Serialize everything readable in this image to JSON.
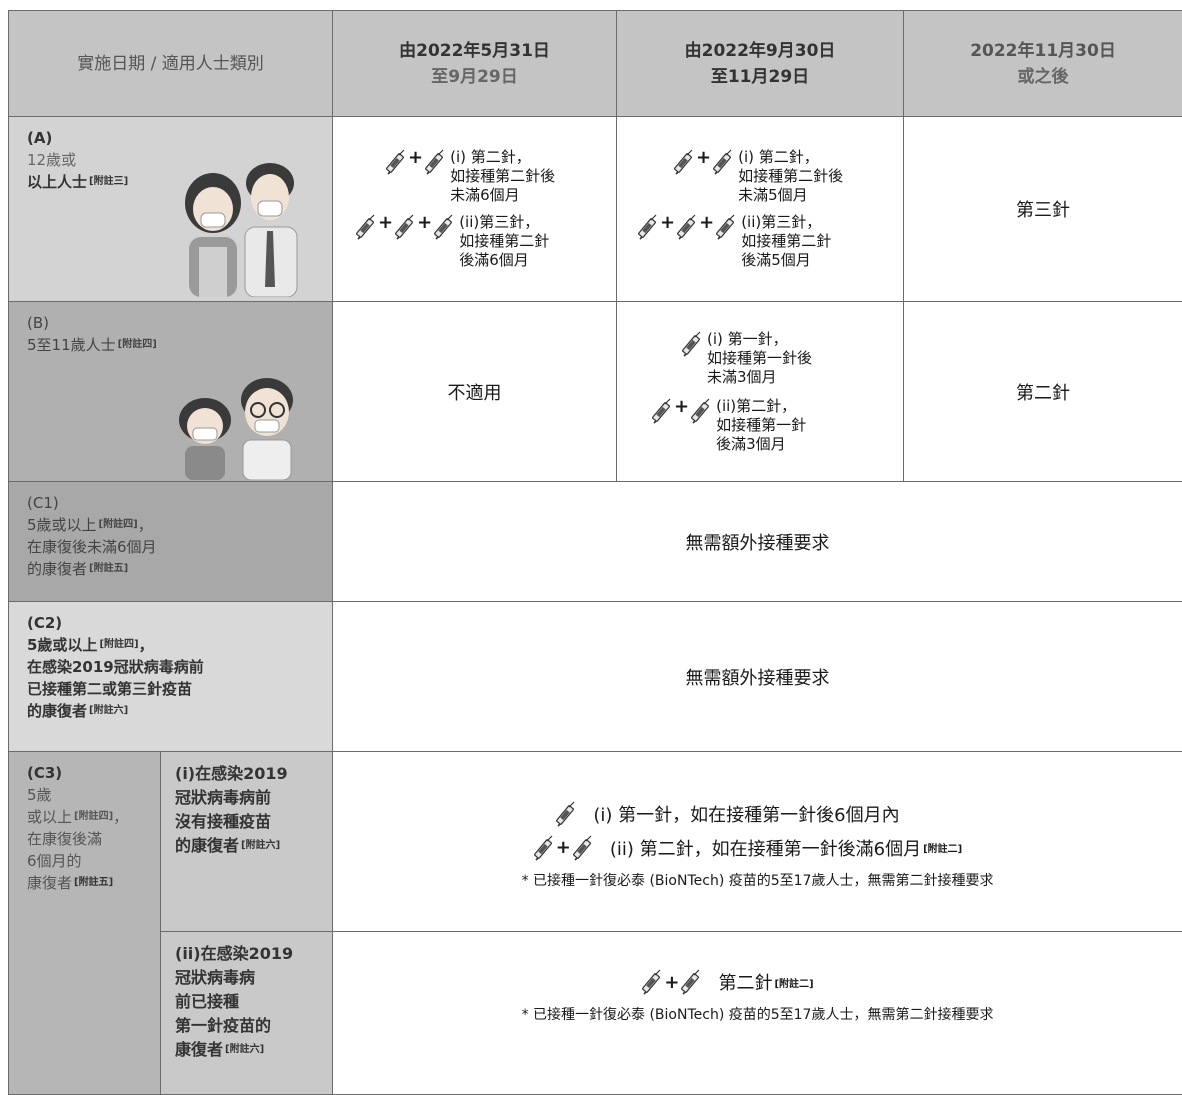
{
  "header": {
    "col0": "實施日期 / 適用人士類別",
    "col1_line1": "由2022年5月31日",
    "col1_line2": "至9月29日",
    "col2_line1": "由2022年9月30日",
    "col2_line2": "至11月29日",
    "col3_line1": "2022年11月30日",
    "col3_line2": "或之後"
  },
  "rowA": {
    "code": "(A)",
    "line1": "12歲或",
    "line2": "以上人士",
    "note": "[附註三]",
    "c1": {
      "i": "(i) 第二針，\n如接種第二針後\n未滿6個月",
      "ii": "(ii)第三針，\n如接種第二針\n後滿6個月"
    },
    "c2": {
      "i": "(i) 第二針，\n如接種第二針後\n未滿5個月",
      "ii": "(ii)第三針，\n如接種第二針\n後滿5個月"
    },
    "c3": "第三針"
  },
  "rowB": {
    "code": "(B)",
    "line1": "5至11歲人士",
    "note": "[附註四]",
    "c1": "不適用",
    "c2": {
      "i": "(i) 第一針，\n如接種第一針後\n未滿3個月",
      "ii": "(ii)第二針，\n如接種第一針\n後滿3個月"
    },
    "c3": "第二針"
  },
  "rowC1": {
    "code": "(C1)",
    "line1": "5歲或以上",
    "note1": "[附註四]",
    "line1_tail": "，",
    "line2": "在康復後未滿6個月",
    "line3": "的康復者",
    "note2": "[附註五]",
    "value": "無需額外接種要求"
  },
  "rowC2": {
    "code": "(C2)",
    "line1": "5歲或以上",
    "note1": "[附註四]",
    "line1_tail": "，",
    "line2": "在感染2019冠狀病毒病前",
    "line3": "已接種第二或第三針疫苗",
    "line4": "的康復者",
    "note2": "[附註六]",
    "value": "無需額外接種要求"
  },
  "rowC3": {
    "code": "(C3)",
    "line1": "5歲",
    "line2": "或以上",
    "note1": "[附註四]",
    "line2_tail": "，",
    "line3": "在康復後滿",
    "line4": "6個月的",
    "line5": "康復者",
    "note2": "[附註五]",
    "sub_i": {
      "label": "(i)在感染2019\n冠狀病毒病前\n沒有接種疫苗\n的康復者",
      "note": "[附註六]",
      "dose1": "(i) 第一針，如在接種第一針後6個月內",
      "dose2": "(ii) 第二針，如在接種第一針後滿6個月",
      "dose2_note": "[附註二]",
      "footnote": "* 已接種一針復必泰 (BioNTech) 疫苗的5至17歲人士，無需第二針接種要求"
    },
    "sub_ii": {
      "label": "(ii)在感染2019\n冠狀病毒病\n前已接種\n第一針疫苗的\n康復者",
      "note": "[附註六]",
      "dose": "第二針",
      "dose_note": "[附註二]",
      "footnote": "* 已接種一針復必泰 (BioNTech) 疫苗的5至17歲人士，無需第二針接種要求"
    }
  },
  "icons": [
    "syringe-icon",
    "plus-icon",
    "adult-couple-illustration",
    "children-illustration"
  ],
  "colors": {
    "header_bg": "#c4c4c4",
    "grid": "#6b6b6b"
  }
}
